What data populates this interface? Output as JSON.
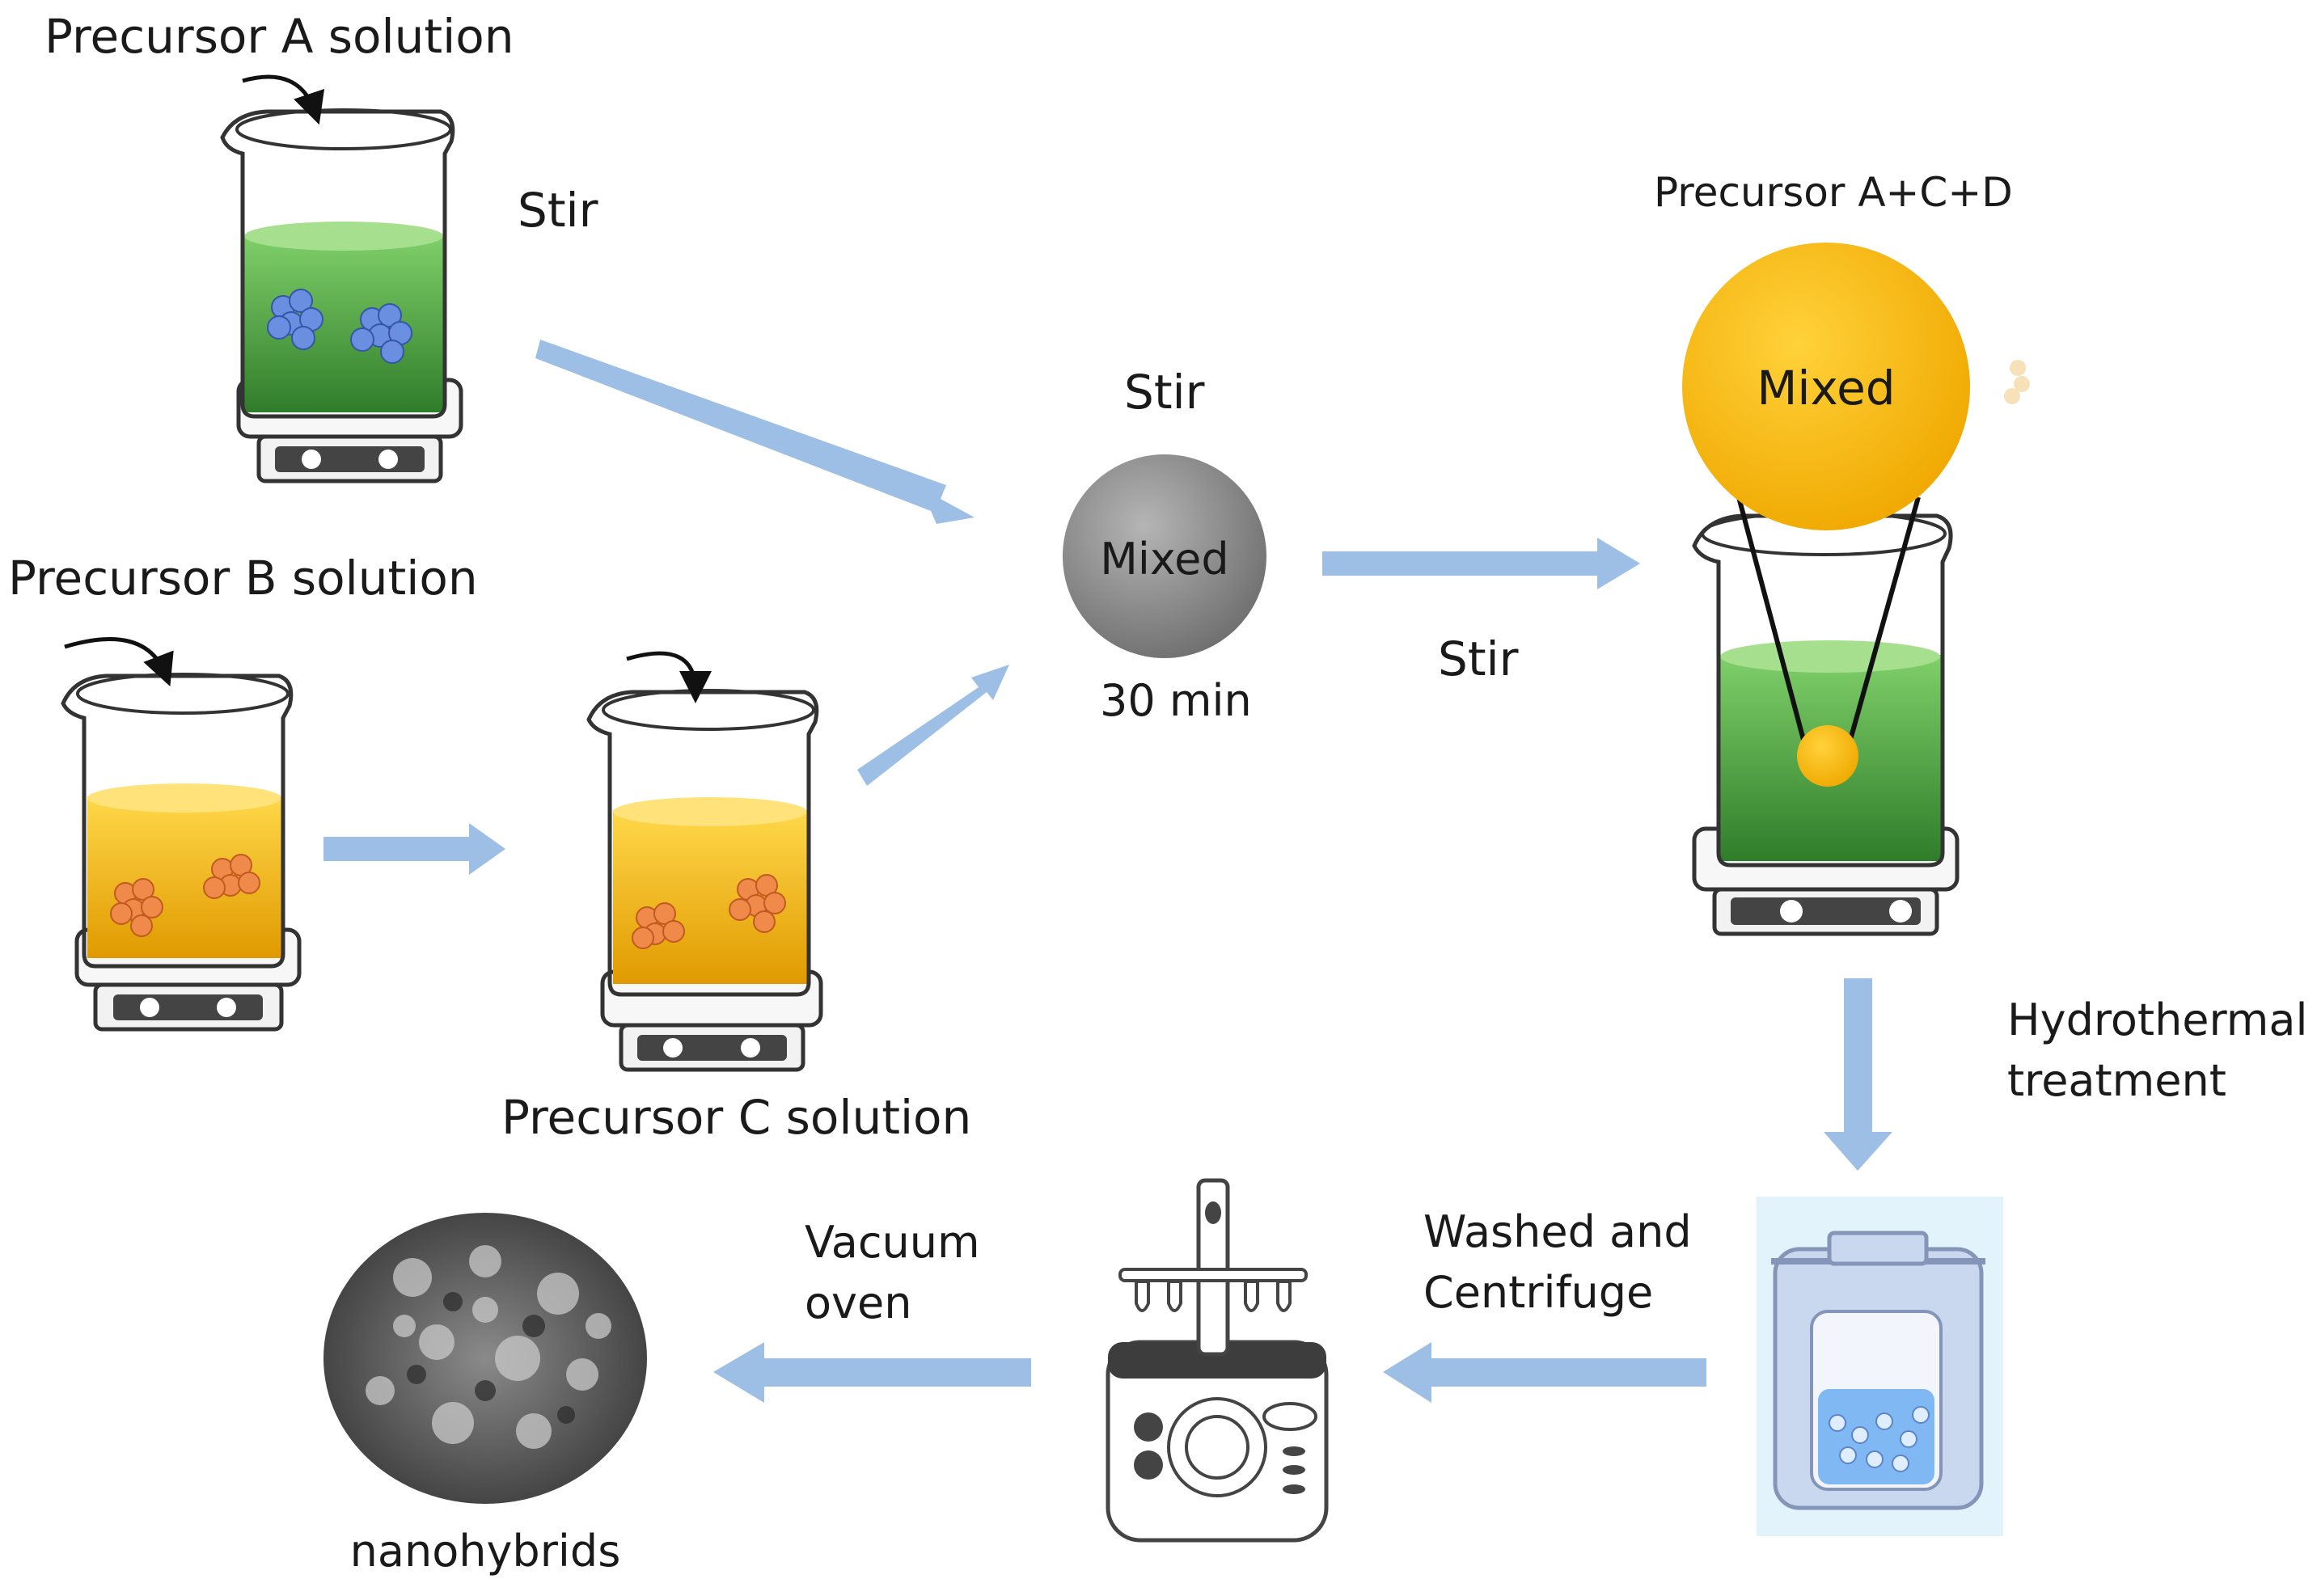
{
  "labels": {
    "precursor_a": "Precursor A solution",
    "precursor_b": "Precursor B solution",
    "precursor_c": "Precursor C solution",
    "precursor_acd": "Precursor A+C+D",
    "stir_1": "Stir",
    "stir_2": "Stir",
    "stir_3": "Stir",
    "mixed_gray": "Mixed",
    "mixed_gold": "Mixed",
    "time": "30 min",
    "hydro_1": "Hydrothermal",
    "hydro_2": "treatment",
    "wash_1": "Washed and",
    "wash_2": "Centrifuge",
    "vacuum_1": "Vacuum",
    "vacuum_2": "oven",
    "product": "nanohybrids"
  },
  "colors": {
    "arrow": "#9dbfe6",
    "green_solution": "#3f9a38",
    "gold_solution": "#f2b20c",
    "mixed_gray": "#8c8c8c",
    "mixed_gold": "#f5b800",
    "particle_blue": "#6a8fe0",
    "particle_orange": "#f08a4b"
  }
}
